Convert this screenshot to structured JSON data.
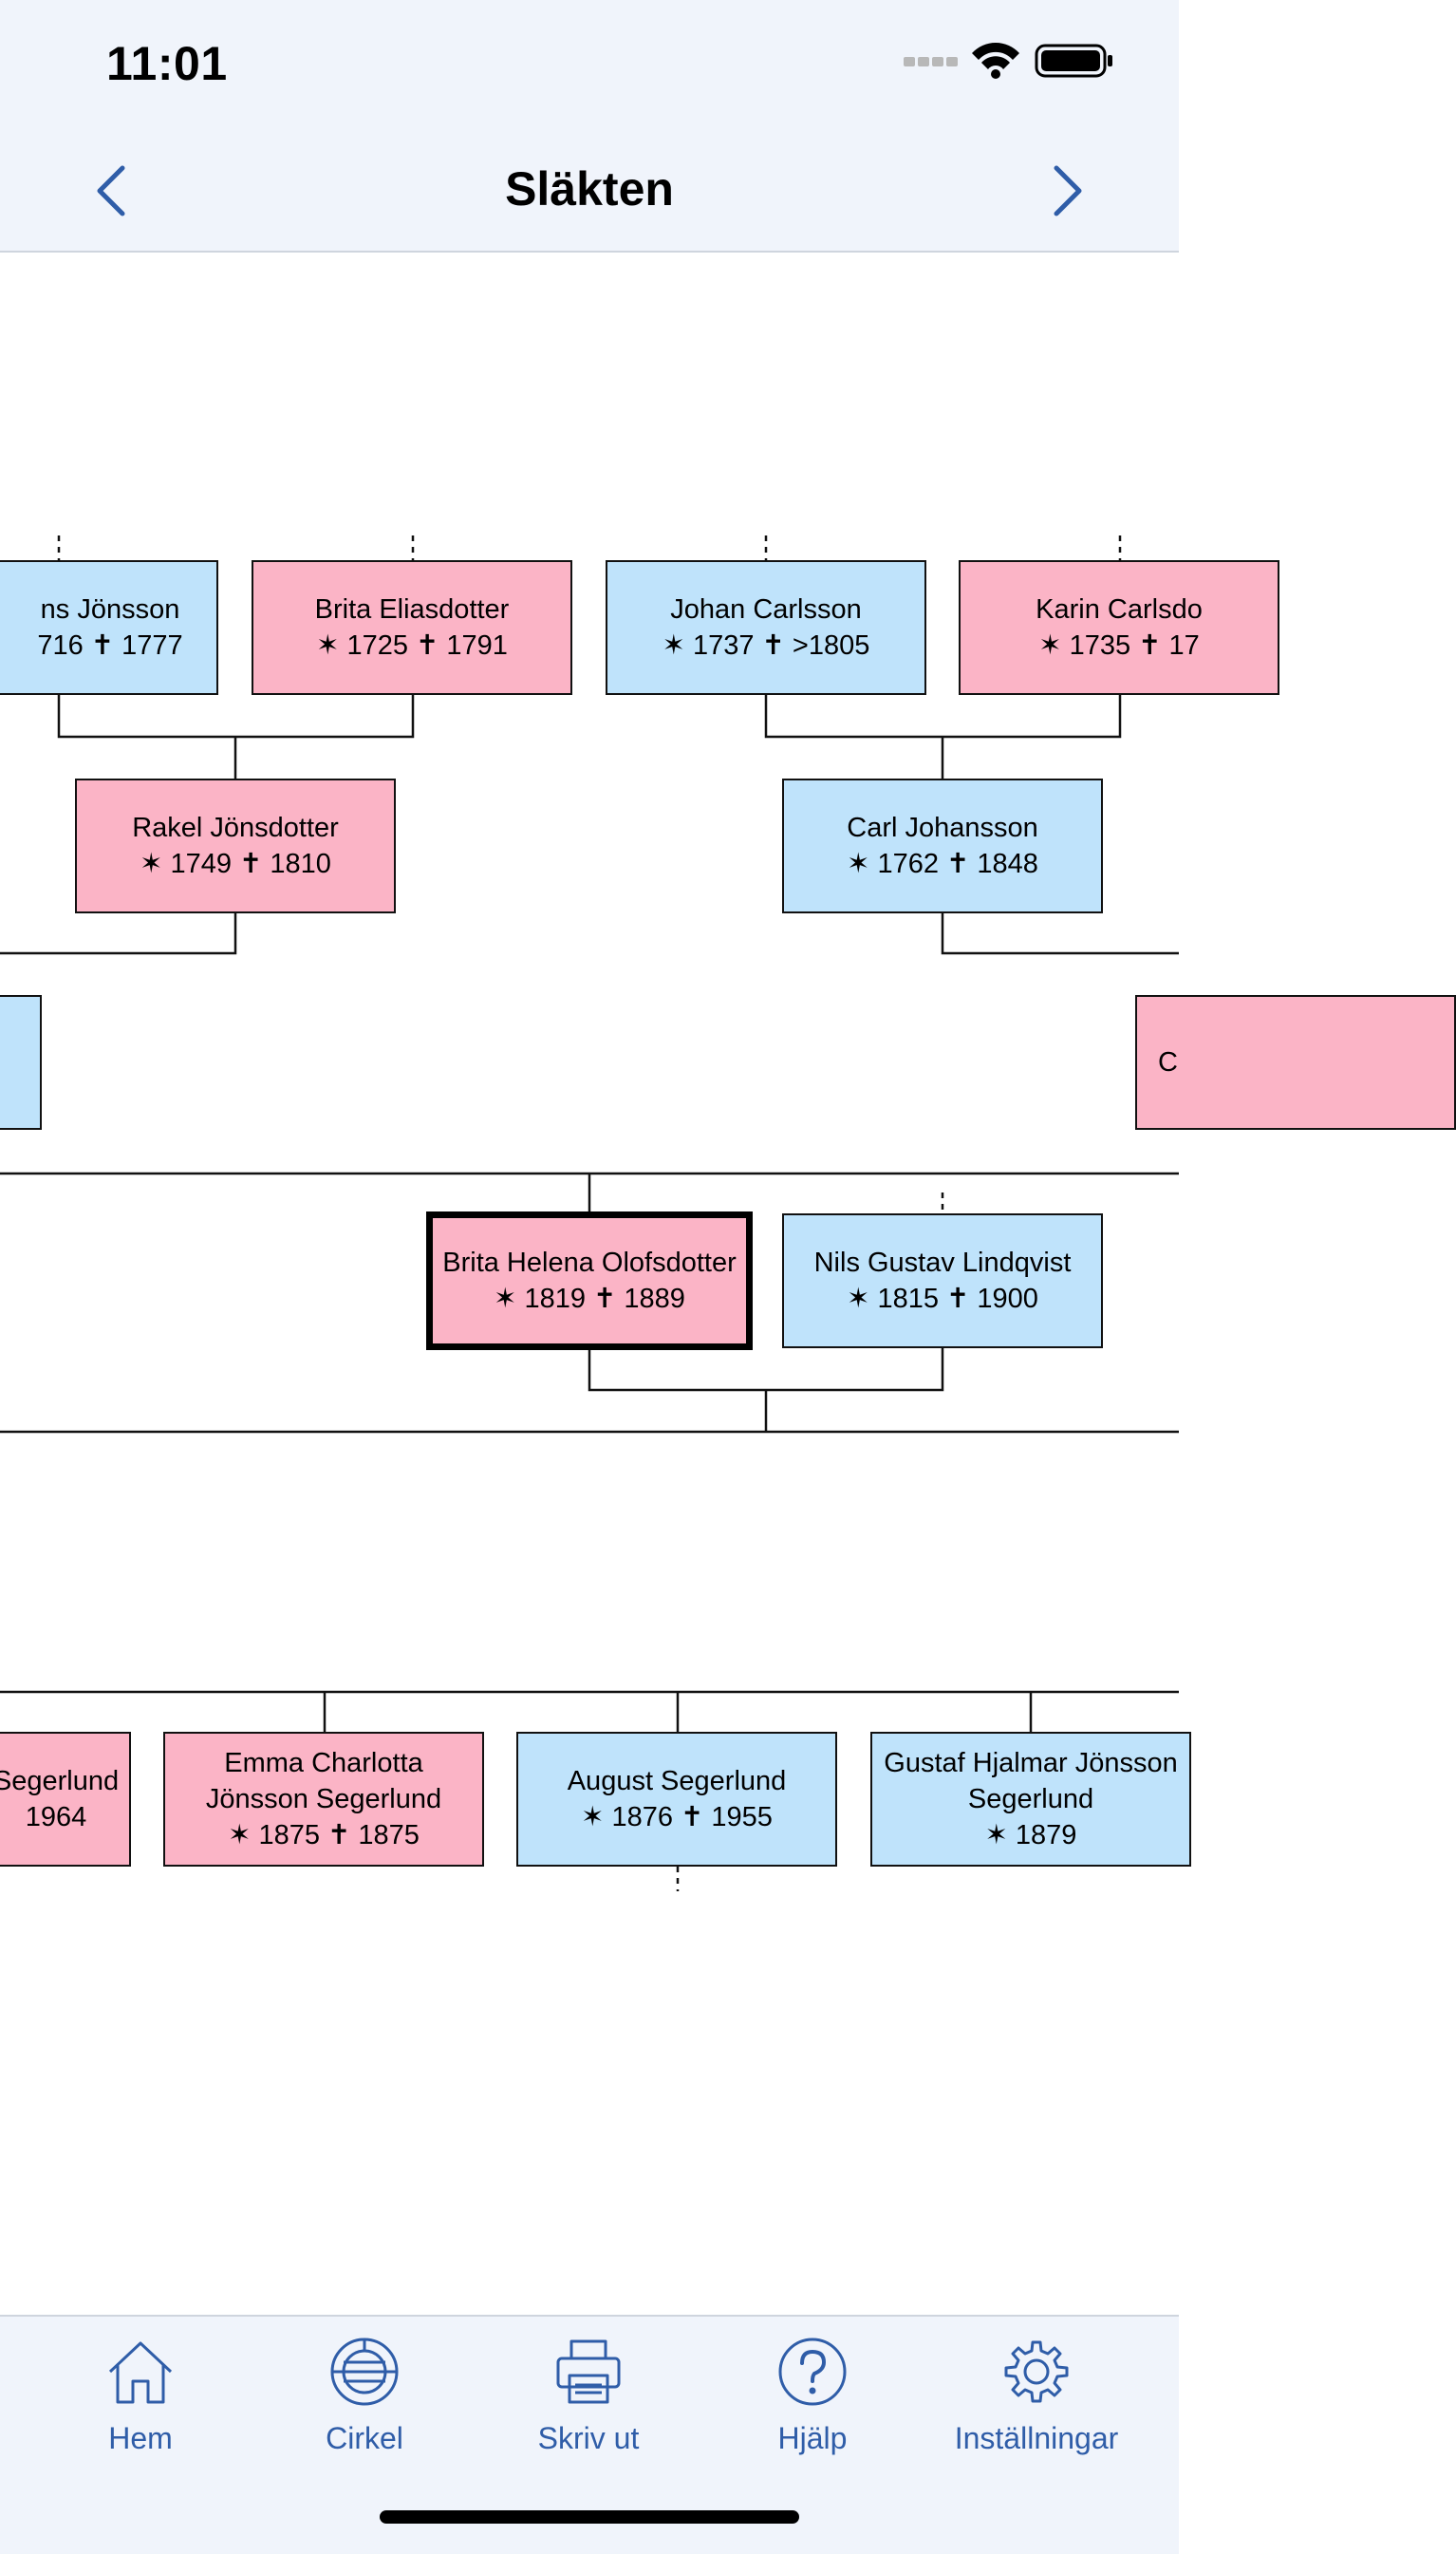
{
  "status_bar": {
    "time": "11:01"
  },
  "nav": {
    "title": "Släkten",
    "back_icon": "chevron-left-icon",
    "forward_icon": "chevron-right-icon"
  },
  "colors": {
    "male": "#bfe3fb",
    "female": "#fbb4c6",
    "accent": "#2f5da8"
  },
  "tree": {
    "people": {
      "hans_jonsson": {
        "name": "ns Jönsson",
        "dates": "716 ✝ 1777",
        "sex": "male"
      },
      "brita_eliasdotter": {
        "name": "Brita Eliasdotter",
        "dates": "✶ 1725 ✝ 1791",
        "sex": "female"
      },
      "johan_carlsson": {
        "name": "Johan Carlsson",
        "dates": "✶ 1737 ✝ >1805",
        "sex": "male"
      },
      "karin_carlsdotter": {
        "name": "Karin Carlsdo",
        "dates": "✶ 1735 ✝ 17",
        "sex": "female"
      },
      "rakel_jonsdotter": {
        "name": "Rakel Jönsdotter",
        "dates": "✶ 1749 ✝ 1810",
        "sex": "female"
      },
      "carl_johansson": {
        "name": "Carl Johansson",
        "dates": "✶ 1762 ✝ 1848",
        "sex": "male"
      },
      "partial_right": {
        "name": "C",
        "dates": "",
        "sex": "female"
      },
      "brita_helena": {
        "name": "Brita Helena Olofsdotter",
        "dates": "✶ 1819 ✝ 1889",
        "sex": "female"
      },
      "nils_gustav": {
        "name": "Nils Gustav Lindqvist",
        "dates": "✶ 1815 ✝ 1900",
        "sex": "male"
      },
      "child_segerlund": {
        "name": "Segerlund",
        "dates": "1964",
        "sex": "female"
      },
      "emma_charlotta": {
        "name": "Emma Charlotta Jönsson Segerlund",
        "dates": "✶ 1875 ✝ 1875",
        "sex": "female"
      },
      "august_segerlund": {
        "name": "August Segerlund",
        "dates": "✶ 1876 ✝ 1955",
        "sex": "male"
      },
      "gustaf_hjalmar": {
        "name": "Gustaf Hjalmar Jönsson Segerlund",
        "dates": "✶ 1879",
        "sex": "male"
      }
    }
  },
  "tabs": [
    {
      "label": "Hem",
      "icon": "home-icon"
    },
    {
      "label": "Cirkel",
      "icon": "circle-chart-icon"
    },
    {
      "label": "Skriv ut",
      "icon": "printer-icon"
    },
    {
      "label": "Hjälp",
      "icon": "help-icon"
    },
    {
      "label": "Inställningar",
      "icon": "gear-icon"
    }
  ]
}
